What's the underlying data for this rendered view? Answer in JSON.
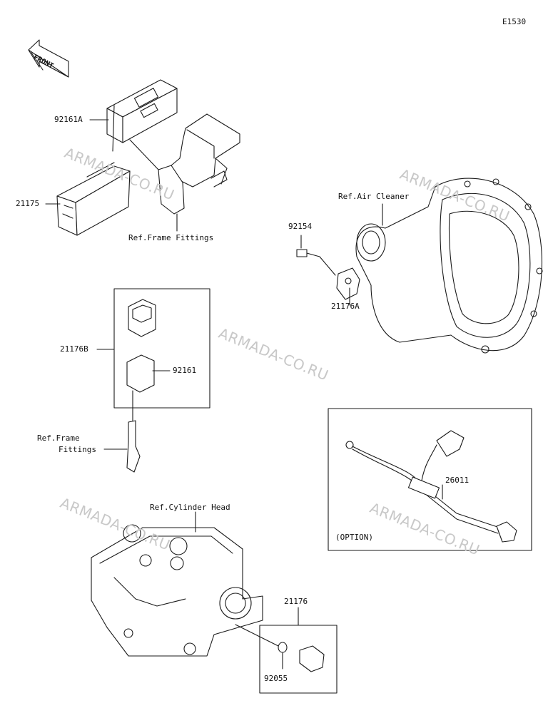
{
  "diagram_code": "E1530",
  "front_arrow": {
    "label": "FRONT",
    "icon": "front-arrow-icon"
  },
  "watermarks": [
    "ARMADA-CO.RU",
    "ARMADA-CO.RU",
    "ARMADA-CO.RU",
    "ARMADA-CO.RU",
    "ARMADA-CO.RU"
  ],
  "part_labels": {
    "p92161A": "92161A",
    "p21175": "21175",
    "ref_frame_fittings_top": "Ref.Frame Fittings",
    "ref_air_cleaner": "Ref.Air Cleaner",
    "p92154": "92154",
    "p21176A": "21176A",
    "p21176B": "21176B",
    "p92161": "92161",
    "ref_frame_fittings_mid_1": "Ref.Frame",
    "ref_frame_fittings_mid_2": "Fittings",
    "ref_cylinder_head": "Ref.Cylinder Head",
    "p26011": "26011",
    "option": "(OPTION)",
    "p21176": "21176",
    "p92055": "92055"
  }
}
